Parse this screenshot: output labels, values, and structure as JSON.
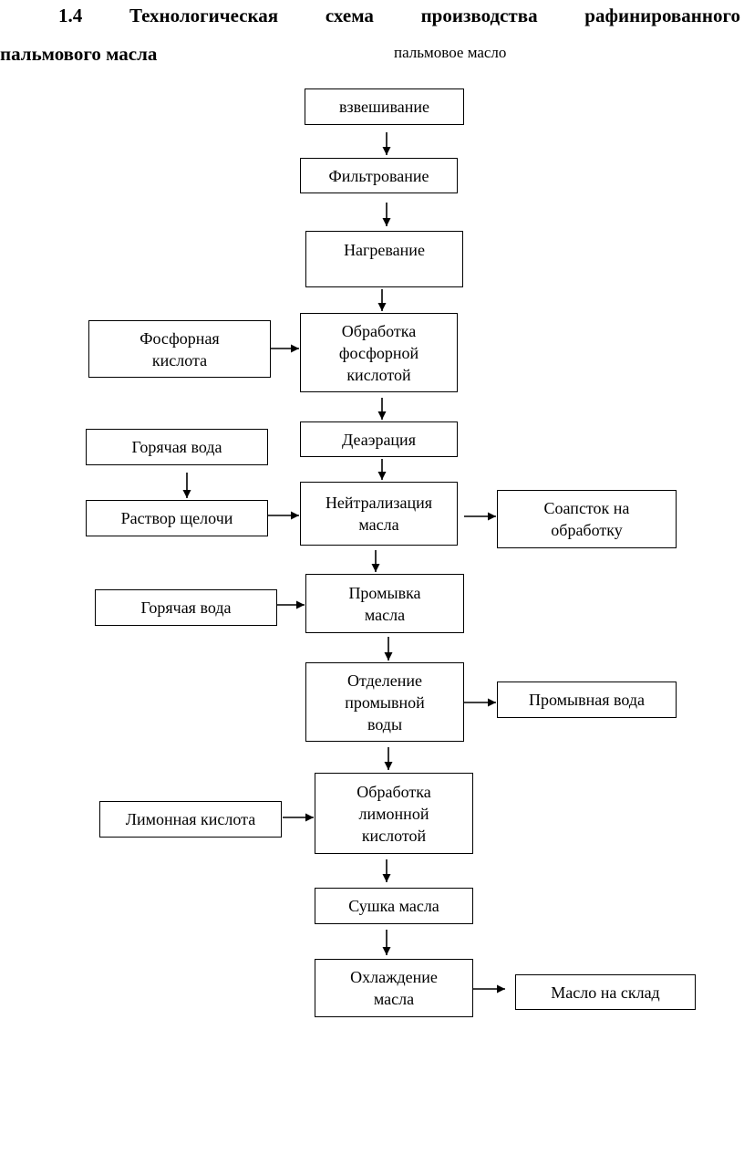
{
  "heading": {
    "line1_words": [
      "1.4",
      "Технологическая",
      "схема",
      "производства",
      "рафинированного"
    ],
    "line2": "пальмового масла"
  },
  "input_label": "пальмовое масло",
  "nodes": {
    "weighing": "взвешивание",
    "filtering": "Фильтрование",
    "heating": "Нагревание",
    "phosphoric_acid": "Фосфорная кислота",
    "phosphoric_treatment": "Обработка фосфорной кислотой",
    "deaeration": "Деаэрация",
    "hot_water_1": "Горячая вода",
    "alkali_solution": "Раствор щелочи",
    "neutralization": "Нейтрализация масла",
    "soapstock": "Соапсток на обработку",
    "hot_water_2": "Горячая вода",
    "washing": "Промывка масла",
    "wash_water_separation": "Отделение промывной воды",
    "wash_water": "Промывная вода",
    "citric_acid": "Лимонная кислота",
    "citric_treatment": "Обработка лимонной кислотой",
    "drying": "Сушка масла",
    "cooling": "Охлаждение масла",
    "to_storage": "Масло на склад"
  }
}
